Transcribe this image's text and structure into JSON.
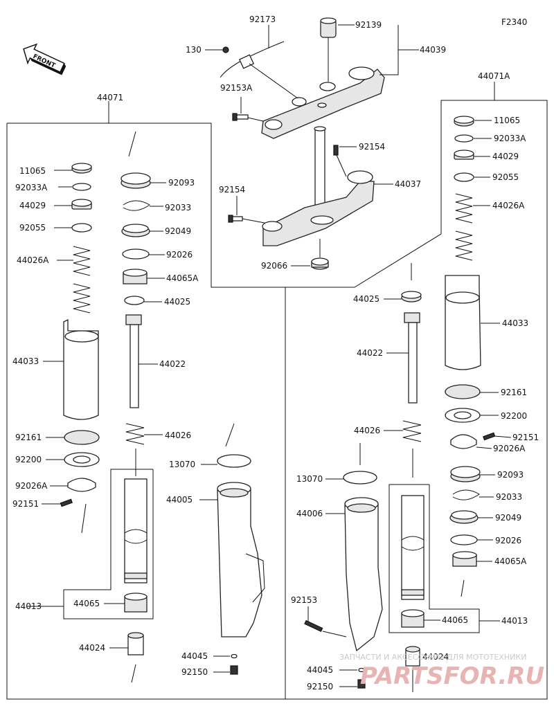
{
  "diagram_code": "F2340",
  "front_label": "FRONT",
  "watermark": {
    "line1": "ЗАПЧАСТИ И АКСЕССУАРЫ ДЛЯ МОТОТЕХНИКИ",
    "line2": "PARTSFOR.RU"
  },
  "labels": {
    "p92173": "92173",
    "p130": "130",
    "p92139": "92139",
    "p44039": "44039",
    "p92153A": "92153A",
    "p44071": "44071",
    "p44071A": "44071A",
    "p92154a": "92154",
    "p92154b": "92154",
    "p44037": "44037",
    "p92066": "92066",
    "L11065": "11065",
    "L92033A": "92033A",
    "L44029": "44029",
    "L92055": "92055",
    "L44026A": "44026A",
    "L44033": "44033",
    "L92161": "92161",
    "L92200": "92200",
    "L92026A": "92026A",
    "L92151": "92151",
    "L44013": "44013",
    "L44065": "44065",
    "L44024": "44024",
    "M92093": "92093",
    "M92033": "92033",
    "M92049": "92049",
    "M92026": "92026",
    "M44065A": "44065A",
    "M44025": "44025",
    "M44022": "44022",
    "M44026": "44026",
    "M13070": "13070",
    "M44005": "44005",
    "M44045": "44045",
    "M92150": "92150",
    "R11065": "11065",
    "R92033A": "92033A",
    "R44029": "44029",
    "R92055": "92055",
    "R44026A": "44026A",
    "R44033": "44033",
    "R92161": "92161",
    "R92200": "92200",
    "R92151": "92151",
    "R92026A": "92026A",
    "R92093": "92093",
    "R92033": "92033",
    "R92049": "92049",
    "R92026": "92026",
    "R44065A": "44065A",
    "R44013": "44013",
    "R44065": "44065",
    "R44024": "44024",
    "C44025": "44025",
    "C44022": "44022",
    "C44026": "44026",
    "C13070": "13070",
    "C44006": "44006",
    "C92153": "92153",
    "C44045": "44045",
    "C92150": "92150"
  }
}
